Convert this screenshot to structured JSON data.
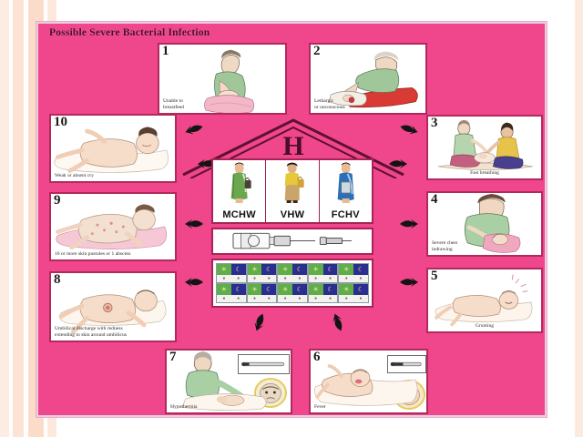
{
  "poster": {
    "title": "Possible Severe Bacterial Infection",
    "center_letter": "H",
    "background_color": "#f0468c",
    "card_border_color": "#b2295c",
    "title_color": "#4a0d2a"
  },
  "workers": {
    "items": [
      {
        "id": "mchw",
        "label": "MCHW",
        "dress_color": "#6aa84f"
      },
      {
        "id": "vhw",
        "label": "VHW",
        "dress_color": "#e7c83a"
      },
      {
        "id": "fchv",
        "label": "FCHV",
        "dress_color": "#2c6fb5"
      }
    ]
  },
  "supplies": {
    "syringe_label": "syringe-with-vial",
    "needle_label": "needle"
  },
  "blister": {
    "columns": 5,
    "rows": 2,
    "day_color": "#5fae4a",
    "night_color": "#2a2f8f",
    "day_icon": "sun-icon",
    "night_icon": "moon-icon",
    "pill_marks": [
      "●",
      "●"
    ]
  },
  "signs": [
    {
      "number": "1",
      "caption": "Unable to\nbreastfeed",
      "align": "left"
    },
    {
      "number": "2",
      "caption": "Lethargic\nor unconscious",
      "align": "left"
    },
    {
      "number": "3",
      "caption": "Fast breathing",
      "align": "center"
    },
    {
      "number": "4",
      "caption": "Severe chest\nindrawing",
      "align": "left"
    },
    {
      "number": "5",
      "caption": "Grunting",
      "align": "center"
    },
    {
      "number": "6",
      "caption": "Fever",
      "align": "left"
    },
    {
      "number": "7",
      "caption": "Hypothermia",
      "align": "left"
    },
    {
      "number": "8",
      "caption": "Umbilical discharge with redness\nextending to skin around umbilicus",
      "align": "left"
    },
    {
      "number": "9",
      "caption": "10 or more skin pustules or 1 abscess",
      "align": "left"
    },
    {
      "number": "10",
      "caption": "Weak or absent cry",
      "align": "left"
    }
  ]
}
